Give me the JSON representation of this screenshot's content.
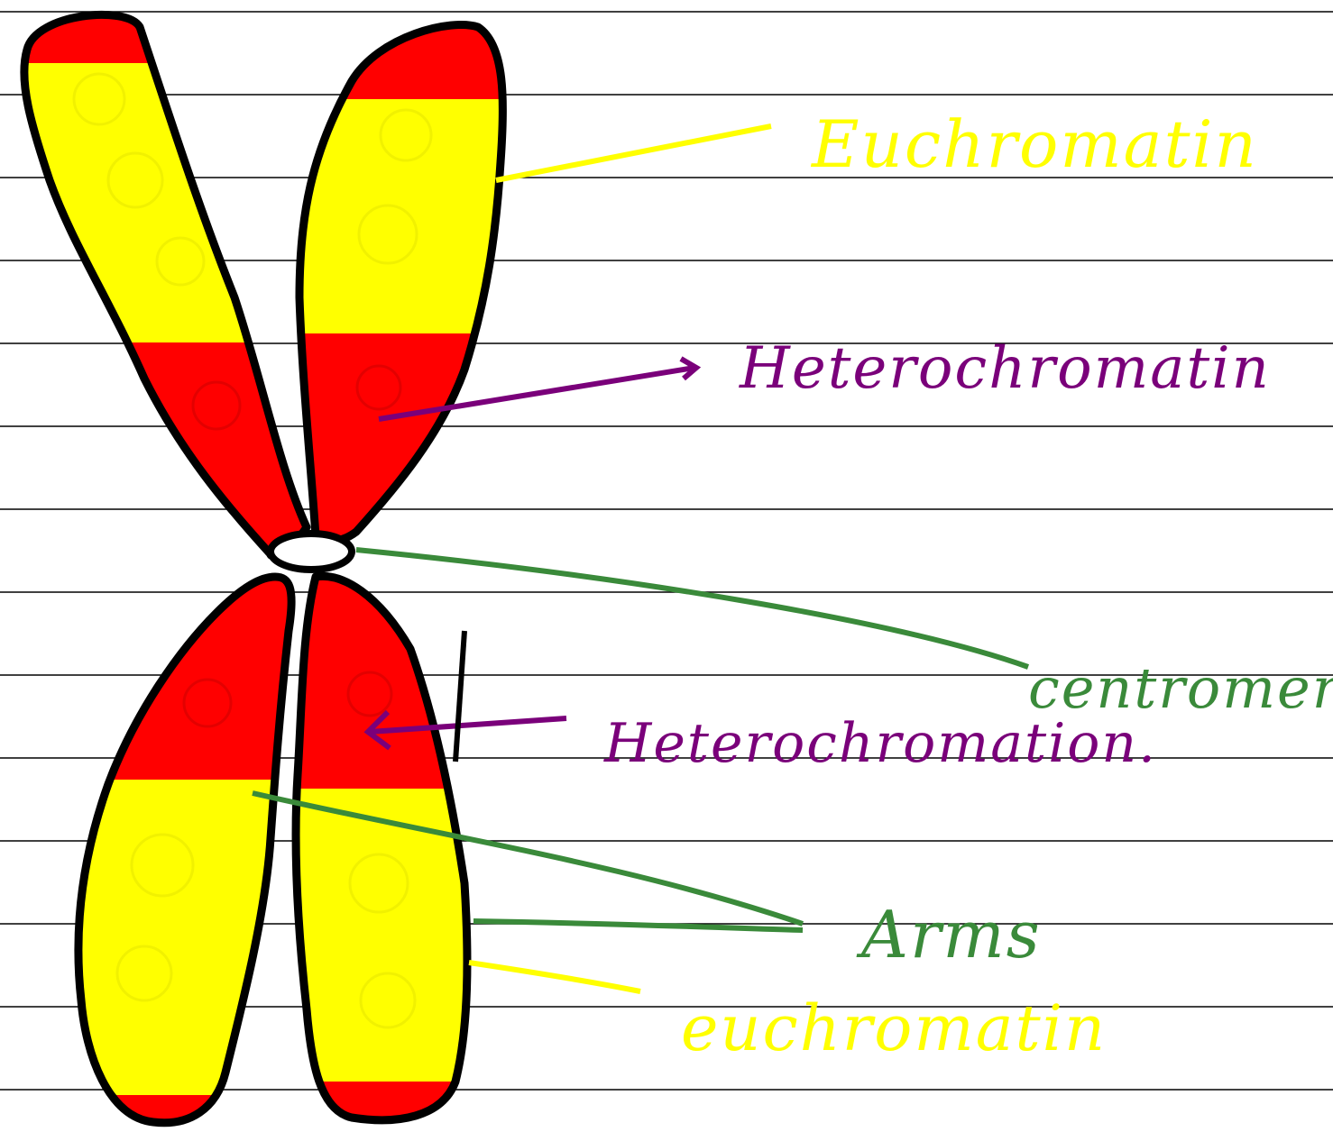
{
  "colors": {
    "euchromatin": "#ffff00",
    "heterochromatin": "#ff0000",
    "outline": "#000000",
    "centromere": "#3a8a3a",
    "hetero_label": "#7a007a",
    "ruled_line": "#000000"
  },
  "labels": {
    "euchromatin_top": "Euchromatin",
    "heterochromatin_top": "Heterochromatin",
    "centromere": "centromere",
    "heterochromatin_bottom": "Heterochromation.",
    "arms": "Arms",
    "euchromatin_bottom": "euchromatin"
  }
}
